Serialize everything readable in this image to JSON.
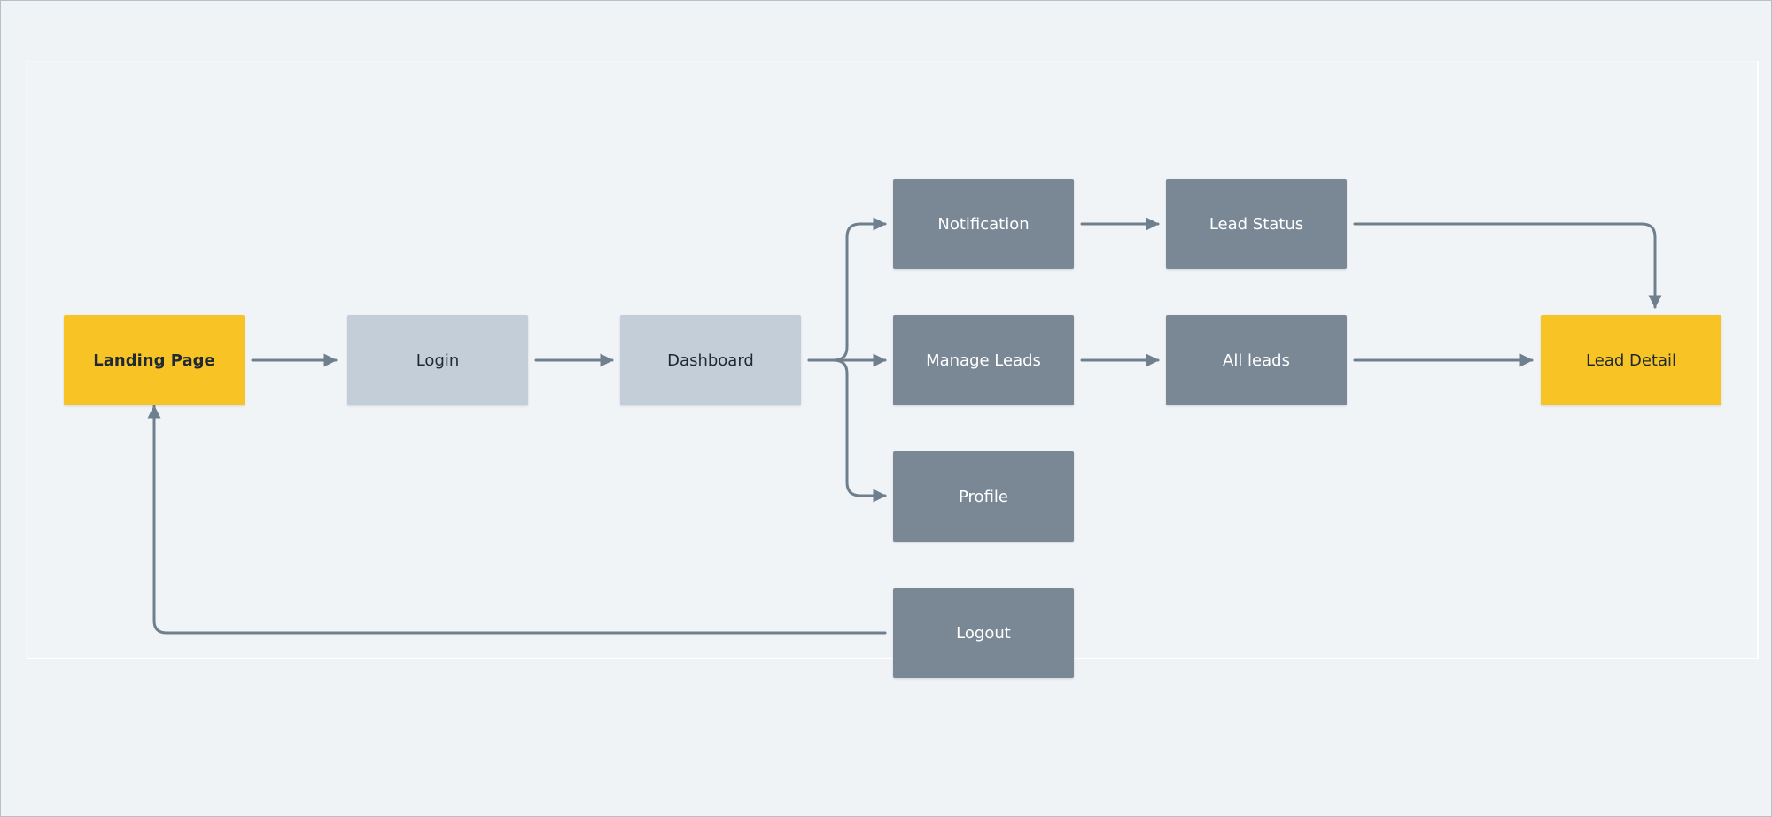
{
  "colors": {
    "background": "#eff3f6",
    "connector": "#6f7f8d",
    "start_end": "#f7c325",
    "auth": "#c3ced9",
    "screen": "#7a8896"
  },
  "nodes": {
    "landing_page": "Landing Page",
    "login": "Login",
    "dashboard": "Dashboard",
    "notification": "Notification",
    "manage_leads": "Manage Leads",
    "profile": "Profile",
    "logout": "Logout",
    "lead_status": "Lead Status",
    "all_leads": "All leads",
    "lead_detail": "Lead Detail"
  },
  "edges": [
    [
      "landing_page",
      "login"
    ],
    [
      "login",
      "dashboard"
    ],
    [
      "dashboard",
      "notification"
    ],
    [
      "dashboard",
      "manage_leads"
    ],
    [
      "dashboard",
      "profile"
    ],
    [
      "notification",
      "lead_status"
    ],
    [
      "manage_leads",
      "all_leads"
    ],
    [
      "lead_status",
      "lead_detail"
    ],
    [
      "all_leads",
      "lead_detail"
    ],
    [
      "logout",
      "landing_page"
    ]
  ]
}
